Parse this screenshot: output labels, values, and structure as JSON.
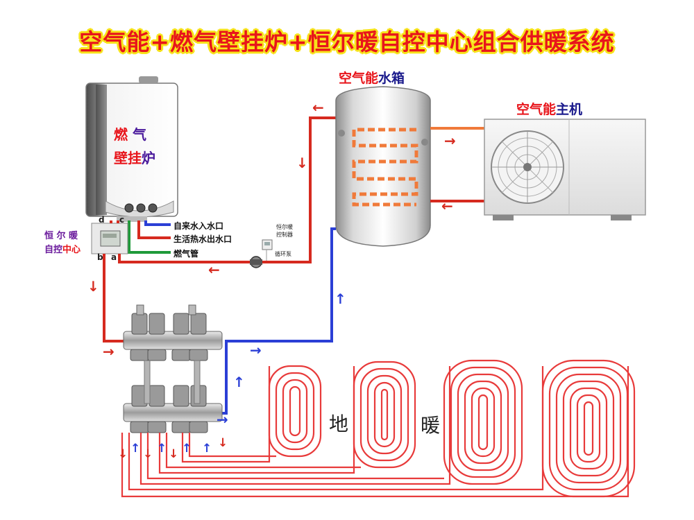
{
  "title": "空气能+燃气壁挂炉+恒尔暖自控中心组合供暖系统",
  "tank": {
    "label_part1": "空气能",
    "label_part2": "水箱"
  },
  "host": {
    "label_part1": "空气能",
    "label_part2": "主机"
  },
  "boiler": {
    "line1_part1": "燃",
    "line1_part2": "气",
    "line2_part1": "壁挂",
    "line2_part2": "炉"
  },
  "controller": {
    "line1": "恒 尔 暖",
    "line2_part1": "自控",
    "line2_part2": "中心"
  },
  "ports": {
    "a": "a",
    "b": "b",
    "c": "c",
    "d": "d"
  },
  "pipes": {
    "cold_in": "自来水入水口",
    "hot_out": "生活热水出水口",
    "gas": "燃气管"
  },
  "thermostat": {
    "line1": "恒尔暖",
    "line2": "控制器"
  },
  "pump": "循环泵",
  "floor_heating": {
    "char1": "地",
    "char2": "暖"
  },
  "colors": {
    "hot_pipe": "#d62a1f",
    "cold_pipe": "#2b3fd6",
    "gas_pipe": "#1f9a3a",
    "heat_coil": "#f07a3a",
    "floor_coil": "#e83a3a",
    "title_red": "#e8151b",
    "title_yellow": "#f7e31a"
  }
}
